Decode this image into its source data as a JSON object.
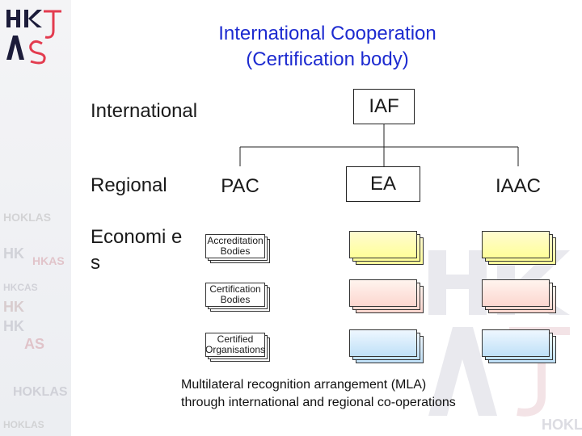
{
  "title_lines": [
    "International Cooperation",
    "(Certification body)"
  ],
  "logo": {
    "text": "HKAS",
    "mark": "hk-as-logo"
  },
  "watermark": {
    "texts": [
      "HOKLAS",
      "HKAS",
      "HKCAS",
      "HOKLAS",
      "HOKLAS"
    ]
  },
  "row_labels": {
    "international": "International",
    "regional": "Regional",
    "economies": "Economi es"
  },
  "nodes": {
    "iaf": "IAF",
    "pac": "PAC",
    "ea": "EA",
    "iaac": "IAAC"
  },
  "levels": {
    "accreditation": "Accreditation Bodies",
    "certification": "Certification Bodies",
    "certified": "Certified Organisations"
  },
  "caption_lines": [
    "Multilateral recognition arrangement  (MLA)",
    "through international and regional co-operations"
  ],
  "colors": {
    "title": "#1d2bd0",
    "yellow": "#ffff99",
    "pink": "#fcd6cf",
    "blue": "#bfe0f7",
    "logo_dark": "#1c1c3a",
    "logo_accent": "#e33b4f"
  }
}
